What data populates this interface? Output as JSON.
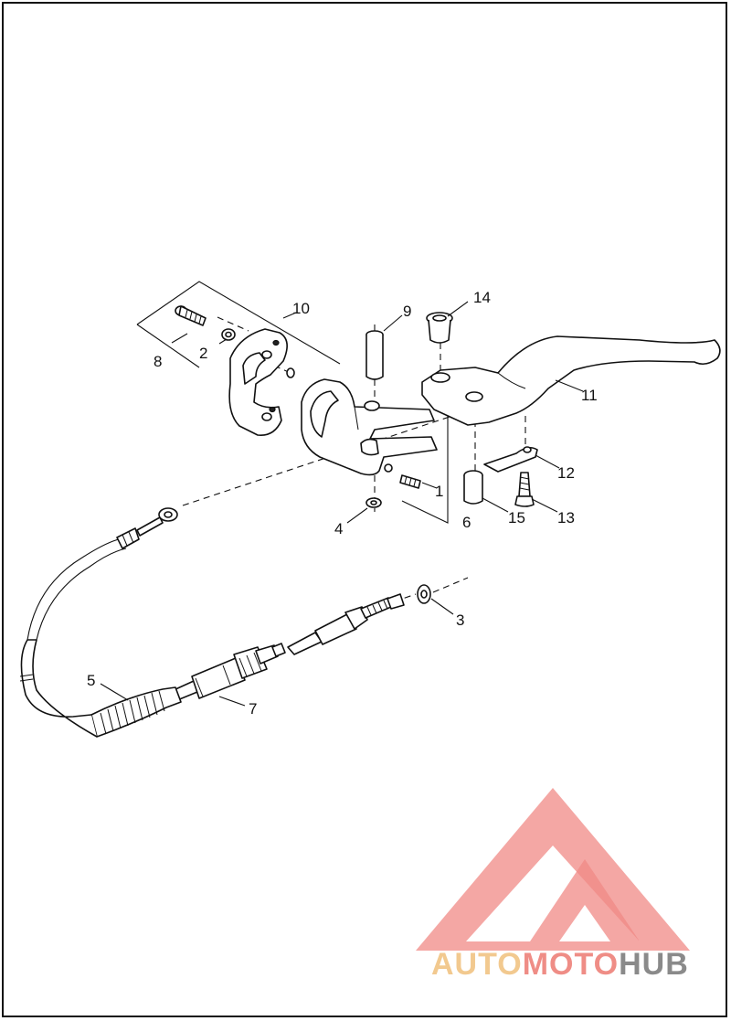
{
  "callouts": [
    {
      "id": "c1",
      "label": "1"
    },
    {
      "id": "c2",
      "label": "2"
    },
    {
      "id": "c3",
      "label": "3"
    },
    {
      "id": "c4",
      "label": "4"
    },
    {
      "id": "c5",
      "label": "5"
    },
    {
      "id": "c6",
      "label": "6"
    },
    {
      "id": "c7",
      "label": "7"
    },
    {
      "id": "c8",
      "label": "8"
    },
    {
      "id": "c9",
      "label": "9"
    },
    {
      "id": "c10",
      "label": "10"
    },
    {
      "id": "c11",
      "label": "11"
    },
    {
      "id": "c12",
      "label": "12"
    },
    {
      "id": "c13",
      "label": "13"
    },
    {
      "id": "c14",
      "label": "14"
    },
    {
      "id": "c15",
      "label": "15"
    }
  ],
  "watermark": {
    "part1": "AUTO",
    "part2": "MOTO",
    "part3": "HUB",
    "color1": "#f2c98f",
    "color2": "#ef8d86",
    "color3": "#8a8a8a",
    "logo_color": "#f08a86"
  }
}
